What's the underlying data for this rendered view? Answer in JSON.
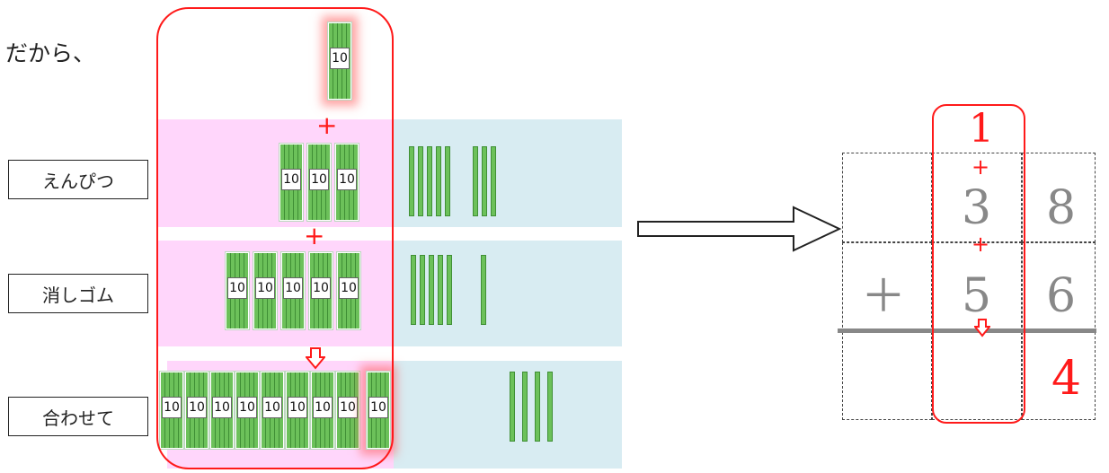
{
  "intro_text": "だから、",
  "rows": [
    {
      "label": "えんぴつ",
      "tens": 3,
      "ones": 8
    },
    {
      "label": "消しゴム",
      "tens": 5,
      "ones": 6
    },
    {
      "label": "合わせて",
      "tens": 9,
      "ones": 4
    }
  ],
  "bundle_label": "10",
  "operator_plus": "+",
  "carry_digit": "1",
  "column_plus": "＋",
  "top_number": {
    "tens": "3",
    "ones": "8"
  },
  "bottom_number": {
    "tens": "5",
    "ones": "6"
  },
  "result": {
    "ones": "4"
  },
  "colors": {
    "highlight_red": "#ff1a1a",
    "band_pink": "#ffd6fb",
    "band_blue": "#d8ecf2",
    "stick_green": "#6cc15a"
  }
}
